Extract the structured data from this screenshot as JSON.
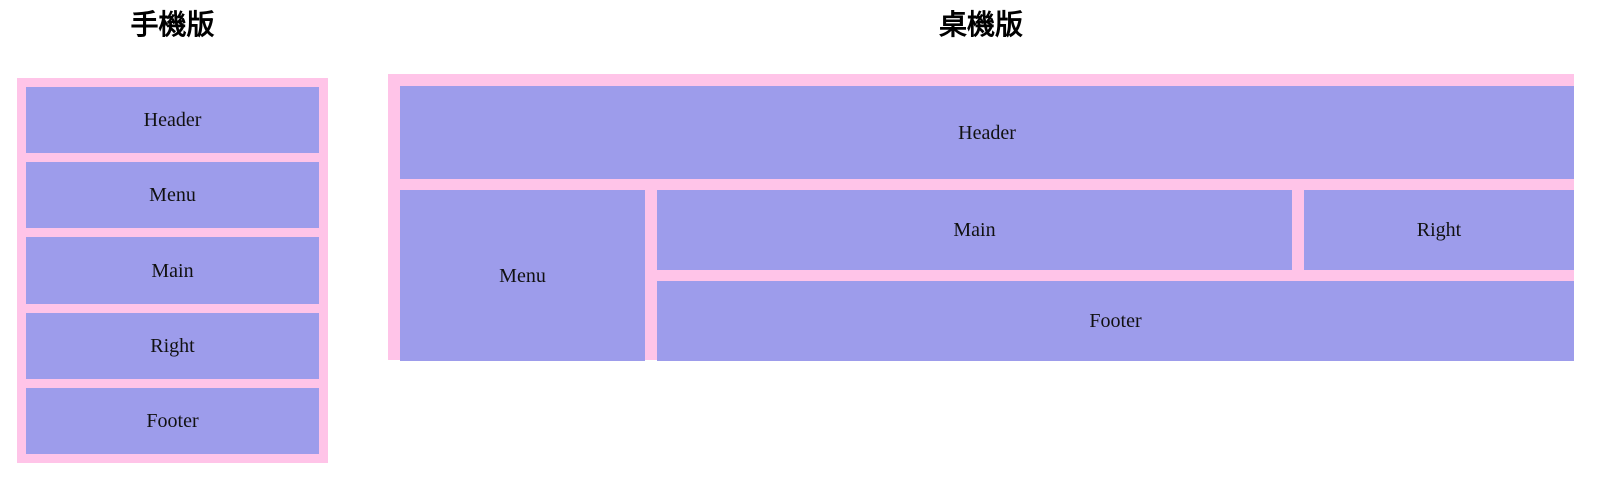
{
  "page": {
    "background_color": "#ffffff",
    "block_color": "#9d9ceb",
    "frame_color": "#ffc4e8",
    "text_color": "#111111"
  },
  "mobile": {
    "title": "手機版",
    "blocks": [
      {
        "label": "Header"
      },
      {
        "label": "Menu"
      },
      {
        "label": "Main"
      },
      {
        "label": "Right"
      },
      {
        "label": "Footer"
      }
    ]
  },
  "desktop": {
    "title": "桌機版",
    "blocks": {
      "header": "Header",
      "menu": "Menu",
      "main": "Main",
      "right": "Right",
      "footer": "Footer"
    }
  }
}
